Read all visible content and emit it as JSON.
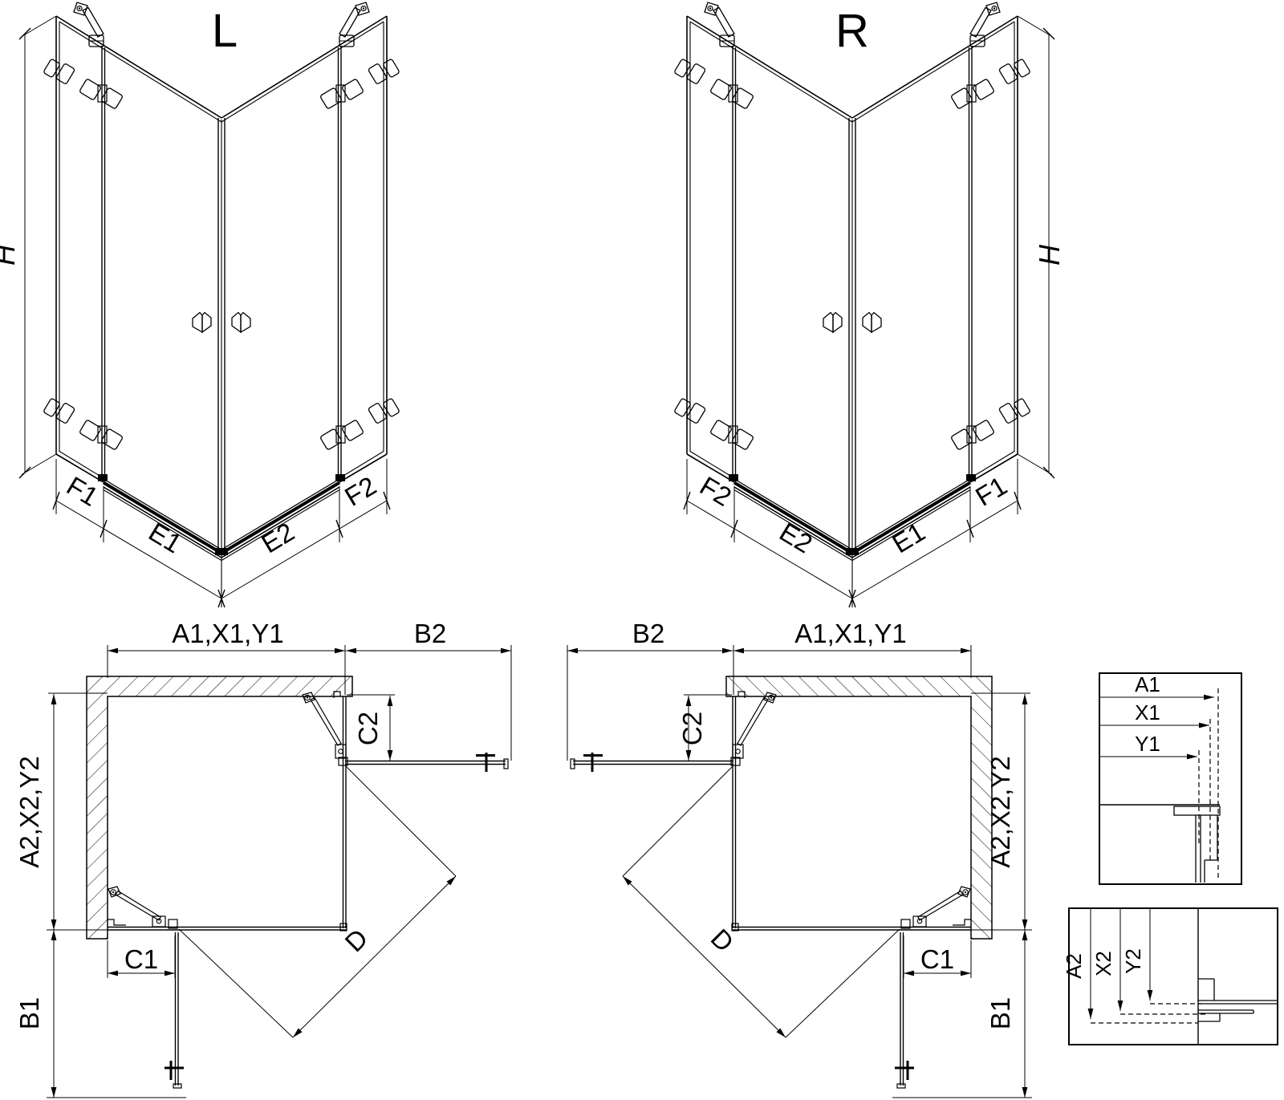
{
  "diagram_type": "shower-enclosure-technical-drawing",
  "colors": {
    "line": "#000000",
    "background": "#ffffff"
  },
  "view_3d_left": {
    "title": "L",
    "height_label": "H",
    "bottom_labels": [
      "F1",
      "E1",
      "E2",
      "F2"
    ]
  },
  "view_3d_right": {
    "title": "R",
    "height_label": "H",
    "bottom_labels": [
      "F2",
      "E2",
      "E1",
      "F1"
    ]
  },
  "plan_left": {
    "top_width_label": "A1,X1,Y1",
    "door_reach_label": "B2",
    "fixed_side_label": "C2",
    "side_depth_label": "A2,X2,Y2",
    "fixed_bottom_label": "C1",
    "door_reach_bottom_label": "B1",
    "diagonal_label": "D"
  },
  "plan_right": {
    "top_width_label": "A1,X1,Y1",
    "door_reach_label": "B2",
    "fixed_side_label": "C2",
    "side_depth_label": "A2,X2,Y2",
    "fixed_bottom_label": "C1",
    "door_reach_bottom_label": "B1",
    "diagonal_label": "D"
  },
  "detail_top": {
    "labels": [
      "A1",
      "X1",
      "Y1"
    ]
  },
  "detail_bottom": {
    "labels": [
      "A2",
      "X2",
      "Y2"
    ]
  }
}
